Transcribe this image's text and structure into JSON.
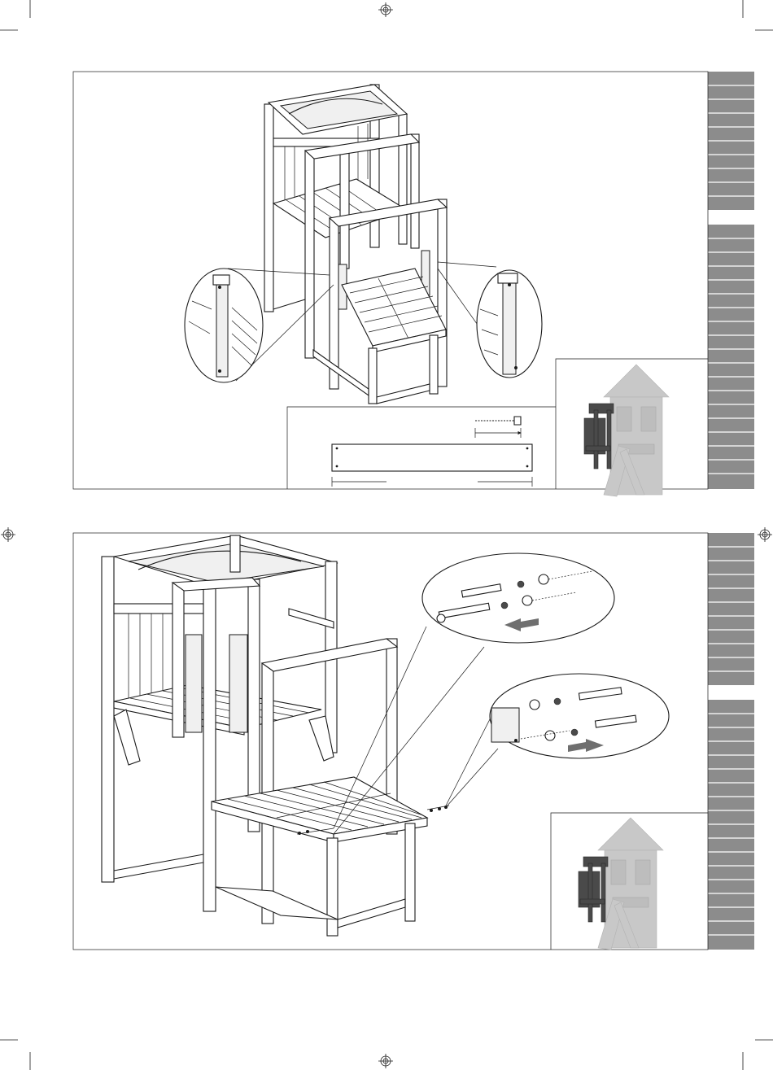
{
  "page": {
    "background": "#ffffff",
    "accent_gray": "#8c8c8c",
    "ghost_gray": "#c8c8c8",
    "icons": [
      "registration-mark-icon",
      "crop-mark-icon",
      "screw-icon",
      "direction-arrow-icon",
      "bolt-icon",
      "washer-icon",
      "nut-icon"
    ]
  },
  "step_a": {
    "illustration": "platform-frame-assembly",
    "details": [
      "left-post-detail",
      "right-post-detail"
    ],
    "parts_box": [
      "screw",
      "wooden-board"
    ],
    "thumbnail": "playtower-overview-highlighted-module"
  },
  "step_b": {
    "illustration": "deck-bolted-to-tower",
    "details": [
      "bolt-detail-left",
      "bolt-detail-right"
    ],
    "thumbnail": "playtower-overview-highlighted-module"
  }
}
